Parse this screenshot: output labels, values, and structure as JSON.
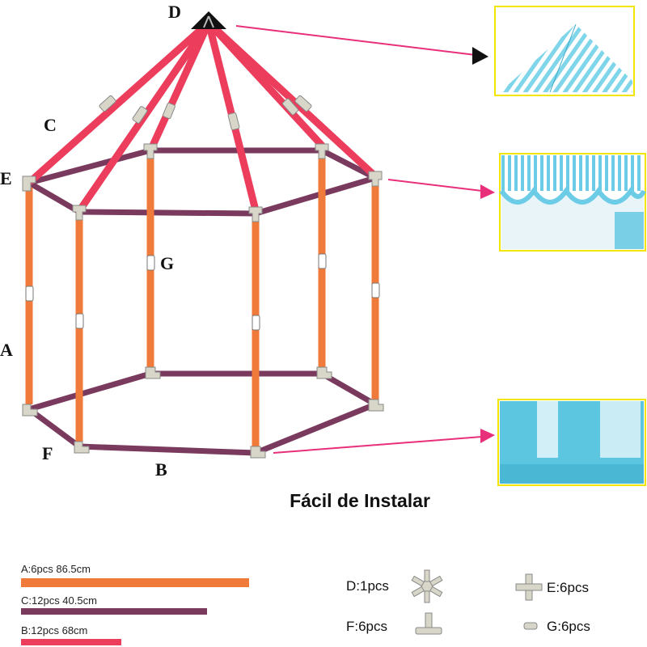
{
  "diagram": {
    "labels": {
      "D": "D",
      "C": "C",
      "E": "E",
      "G": "G",
      "A": "A",
      "F": "F",
      "B": "B"
    },
    "title": "Fácil de Instalar"
  },
  "legend": {
    "items": [
      {
        "text": "A:6pcs  86.5cm",
        "color": "#f07a3a",
        "length_fraction": 1.0
      },
      {
        "text": "C:12pcs 40.5cm",
        "color": "#7a3a5e",
        "length_fraction": 0.82
      },
      {
        "text": "B:12pcs 68cm",
        "color": "#ec3d5c",
        "length_fraction": 0.45
      }
    ]
  },
  "parts": [
    {
      "text": "D:1pcs",
      "icon": "star-connector-icon"
    },
    {
      "text": "E:6pcs",
      "icon": "cross-connector-icon"
    },
    {
      "text": "F:6pcs",
      "icon": "y-connector-icon"
    },
    {
      "text": "G:6pcs",
      "icon": "tube-connector-icon"
    }
  ],
  "colors": {
    "orange_pole": "#f07a3a",
    "purple_pole": "#7a3a5e",
    "red_pole": "#ec3d5c",
    "connector": "#d8d6c8",
    "arrow_black": "#111111",
    "arrow_magenta": "#e8307a",
    "thumb_border": "#f2e600",
    "tent_blue": "#5cc6e0"
  },
  "thumbnails": [
    {
      "name": "roof-closeup",
      "arrow_color": "black"
    },
    {
      "name": "wall-top-closeup",
      "arrow_color": "magenta"
    },
    {
      "name": "wall-bottom-closeup",
      "arrow_color": "magenta"
    }
  ]
}
